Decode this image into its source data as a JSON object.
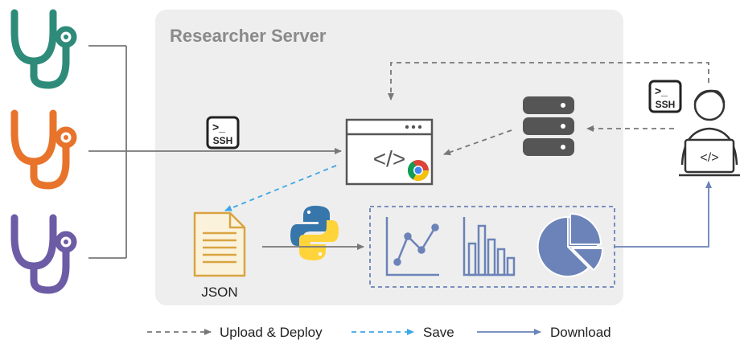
{
  "server": {
    "title": "Researcher Server"
  },
  "ssh_labels": {
    "left": "SSH",
    "right": "SSH"
  },
  "file": {
    "label": "JSON"
  },
  "legend": {
    "upload_deploy": "Upload & Deploy",
    "save": "Save",
    "download": "Download"
  },
  "colors": {
    "stethoscope_teal": "#2e8b7a",
    "stethoscope_orange": "#e8742c",
    "stethoscope_purple": "#6c5ba5",
    "server_box": "#eeeeee",
    "chart_blue": "#6b83b8",
    "save_arrow": "#3ea6e6",
    "deploy_arrow": "#777777",
    "json_gold": "#d9a441"
  },
  "icons": [
    "stethoscope-icon",
    "terminal-ssh-icon",
    "browser-code-icon",
    "chrome-icon",
    "database-icon",
    "researcher-laptop-icon",
    "json-file-icon",
    "python-icon",
    "line-chart-icon",
    "bar-chart-icon",
    "pie-chart-icon"
  ]
}
